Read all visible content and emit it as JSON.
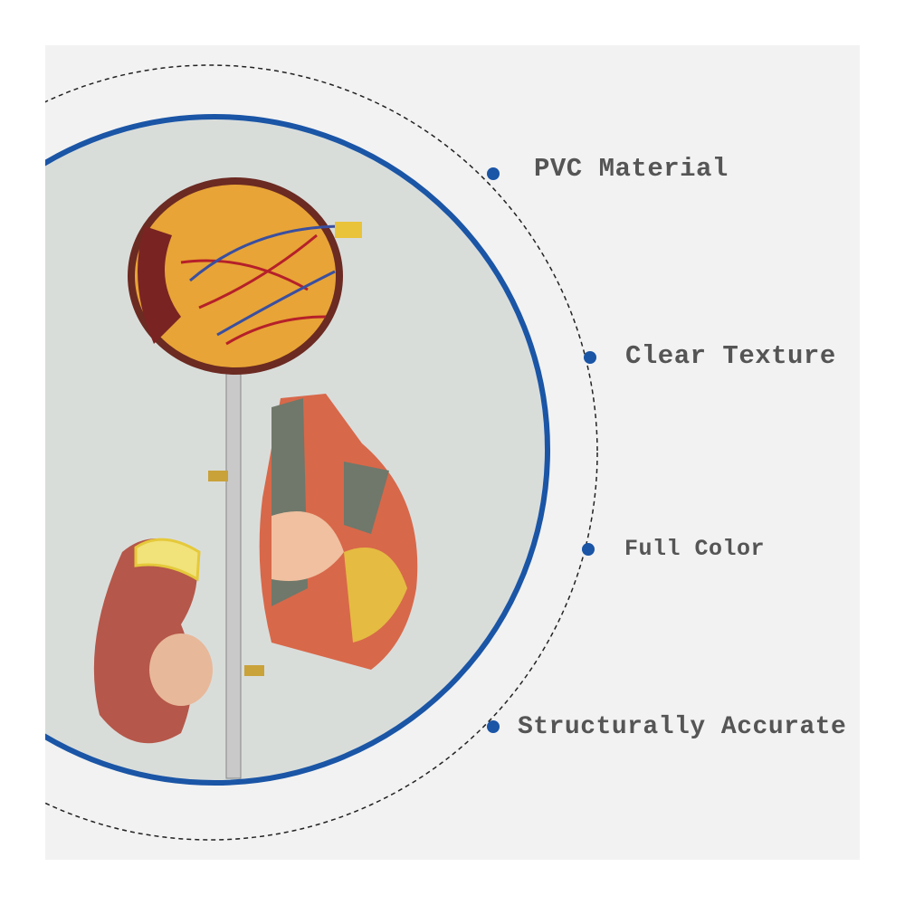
{
  "features": [
    {
      "label": "PVC Material"
    },
    {
      "label": "Clear Texture"
    },
    {
      "label": "Full Color"
    },
    {
      "label": "Structurally Accurate"
    }
  ],
  "colors": {
    "accent": "#1a55a6",
    "text": "#555555",
    "background": "#f2f2f2",
    "circle_fill": "#d9ddda"
  }
}
